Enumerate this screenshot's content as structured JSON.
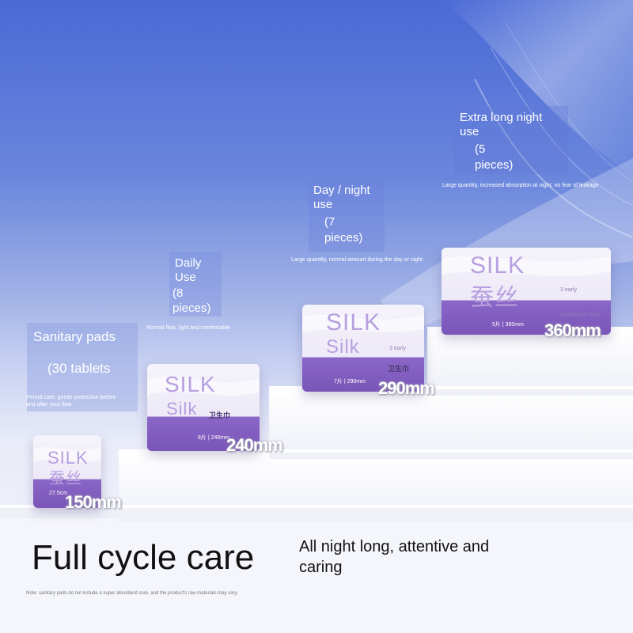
{
  "tiers": [
    {
      "title": "Sanitary pads",
      "count": "(30 tablets",
      "desc": "Period care: gentle protection before and after your flow",
      "size": "150mm",
      "pack": {
        "brand": "SILK",
        "cn_brand": "蚕丝",
        "count_label": "27.5cm"
      }
    },
    {
      "title_line1": "Daily",
      "title_line2": "Use",
      "count_line1": "(8",
      "count_line2": "pieces)",
      "desc": "Normal flow, light and comfortable",
      "size": "240mm",
      "pack": {
        "brand": "SILK",
        "brand2": "Silk",
        "cn_name": "卫生巾",
        "spec": "8片 | 240mm"
      }
    },
    {
      "title_line1": "Day / night",
      "title_line2": "use",
      "count_line1": "(7",
      "count_line2": "pieces)",
      "desc": "Large quantity, normal amount during the day or night",
      "size": "290mm",
      "pack": {
        "brand": "SILK",
        "brand2": "Silk",
        "tag": "3 early",
        "cn_name": "卫生巾",
        "spec": "7片 | 290mm"
      }
    },
    {
      "title_line1": "Extra long night",
      "title_line2": "use",
      "count_line1": "(5",
      "count_line2": "pieces)",
      "desc": "Large quantity, increased absorption at night, no fear of leakage",
      "size": "360mm",
      "pack": {
        "brand": "SILK",
        "cn_brand": "蚕丝",
        "tag": "3 early",
        "spec": "5片 | 360mm",
        "type": "SANITARY PAD"
      }
    }
  ],
  "headline": "Full cycle care",
  "tagline": "All night long, attentive and caring",
  "footnote": "Note: sanitary pads do not include a super absorbent core, and the product's raw materials may vary.",
  "colors": {
    "accent": "#7a55b8",
    "sky_top": "#4a6ad6"
  }
}
